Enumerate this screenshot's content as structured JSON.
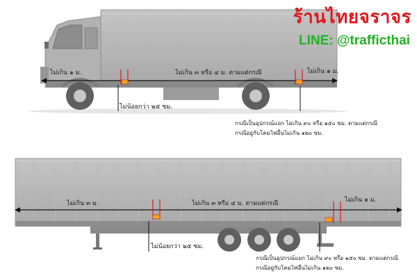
{
  "brand": {
    "title": "ร้านไทยจราจร",
    "line": "LINE: @trafficthai",
    "title_color": "#e0161b",
    "line_color": "#1fb31f"
  },
  "truck": {
    "front_gap": "ไม่เกิน ๑ ม.",
    "middle_gap": "ไม่เกิน ๓ หรือ ๔ ม. ตามแต่กรณี",
    "rear_gap": "ไม่เกิน ๑ ม.",
    "height_min": "ไม่น้อยกว่า ๒๕ ซม.",
    "note_line1": "กรณีเป็นอุปกรณ์แยก ไม่เกิน ๙๐ หรือ ๑๕๐ ซม. ตามแต่กรณี",
    "note_line2": "กรณีอยู่กับโคมไฟอื่นไม่เกิน ๑๒๐ ซม."
  },
  "trailer": {
    "front_gap": "ไม่เกิน ๓ ม.",
    "middle_gap": "ไม่เกิน ๓ หรือ ๔ ม. ตามแต่กรณี",
    "rear_gap": "ไม่เกิน ๑ ม.",
    "height_min": "ไม่น้อยกว่า ๒๕ ซม.",
    "note_line1": "กรณีเป็นอุปกรณ์แยก ไม่เกิน ๙๐ หรือ ๑๕๐ ซม. ตามแต่กรณี",
    "note_line2": "กรณีอยู่กับโคมไฟอื่นไม่เกิน ๑๒๐ ซม."
  },
  "colors": {
    "vehicle_body": "#b6b6b6",
    "vehicle_dark": "#6f6f6f",
    "marker_light": "#f5a623",
    "marker_line": "#e0161b",
    "dimension_line": "#111111"
  }
}
